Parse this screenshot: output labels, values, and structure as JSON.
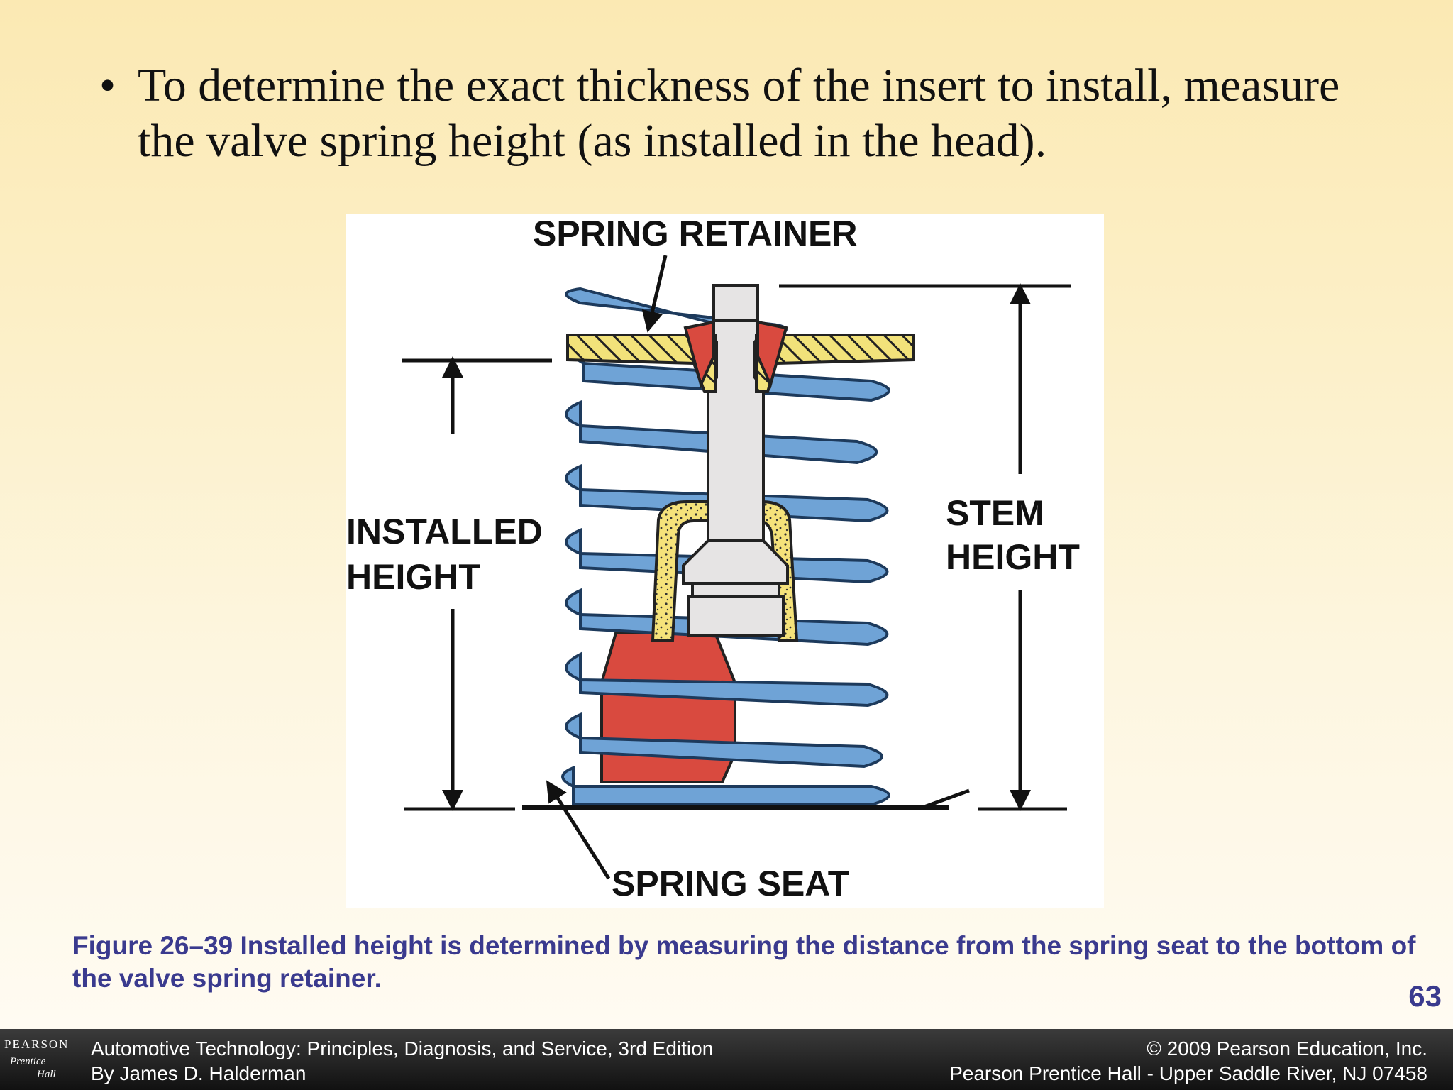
{
  "slide": {
    "bullet_symbol": "•",
    "bullet_text": "To determine the exact thickness of the insert to install, measure the valve spring height (as installed in the head).",
    "caption": "Figure 26–39 Installed height is determined by measuring the distance from the spring seat to the bottom of the valve spring retainer.",
    "page_number": "63"
  },
  "figure": {
    "labels": {
      "spring_retainer": "SPRING RETAINER",
      "installed_height_line1": "INSTALLED",
      "installed_height_line2": "HEIGHT",
      "stem_height_line1": "STEM",
      "stem_height_line2": "HEIGHT",
      "spring_seat": "SPRING SEAT"
    },
    "colors": {
      "spring": "#6fa3d6",
      "retainer_hatch": "#f2e27a",
      "valve_guide": "#d94a3f",
      "seal": "#f5e27a",
      "stem": "#e6e4e4"
    }
  },
  "footer": {
    "logo_pearson": "PEARSON",
    "logo_prentice": "Prentice",
    "logo_hall": "Hall",
    "book_title": "Automotive Technology: Principles, Diagnosis, and Service, 3rd Edition",
    "author": "By James D. Halderman",
    "copyright": "© 2009 Pearson Education, Inc.",
    "publisher": "Pearson Prentice Hall - Upper Saddle River, NJ 07458"
  }
}
